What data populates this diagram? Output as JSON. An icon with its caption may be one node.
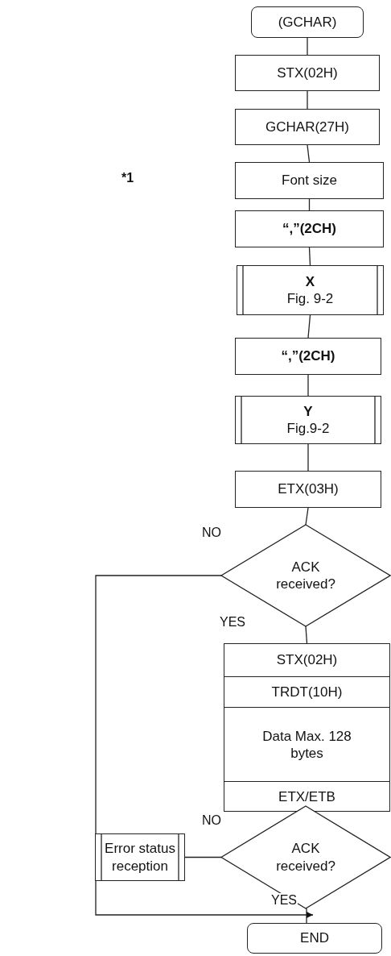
{
  "diagram": {
    "nodes": [
      {
        "text": [
          "(GCHAR)"
        ]
      },
      {
        "text": [
          "STX(02H)"
        ]
      },
      {
        "text": [
          "GCHAR(27H)"
        ]
      },
      {
        "text": [
          "Font size"
        ]
      },
      {
        "text": [
          "“,”(2CH)"
        ]
      },
      {
        "text": [
          "X",
          "Fig. 9-2"
        ]
      },
      {
        "text": [
          "“,”(2CH)"
        ]
      },
      {
        "text": [
          "Y",
          "Fig.9-2"
        ]
      },
      {
        "text": [
          "ETX(03H)"
        ]
      },
      {
        "text": [
          "ACK received?"
        ]
      },
      {
        "text": [
          "STX(02H)",
          "TRDT(10H)",
          "Data Max. 128 bytes",
          "ETX/ETB"
        ]
      },
      {
        "text": [
          "ACK received?"
        ]
      },
      {
        "text": [
          "Error status reception"
        ]
      },
      {
        "text": [
          "END"
        ]
      }
    ],
    "edges": [
      {
        "from": 0,
        "to": 1,
        "arrow": "none"
      },
      {
        "from": 1,
        "to": 2,
        "arrow": "none"
      },
      {
        "from": 2,
        "to": 3,
        "arrow": "none"
      },
      {
        "from": 3,
        "to": 4,
        "arrow": "none"
      },
      {
        "from": 4,
        "to": 5,
        "arrow": "none"
      },
      {
        "from": 5,
        "to": 6,
        "arrow": "none"
      },
      {
        "from": 6,
        "to": 7,
        "arrow": "none"
      },
      {
        "from": 7,
        "to": 8,
        "arrow": "none"
      },
      {
        "from": 8,
        "to": 9,
        "arrow": "none"
      },
      {
        "from": 9,
        "to": 10,
        "arrow": "none",
        "label": "YES"
      },
      {
        "from": 9,
        "to": 12,
        "arrow": "none",
        "label": "NO"
      },
      {
        "from": 10,
        "to": 11,
        "arrow": "none"
      },
      {
        "from": 11,
        "to": 12,
        "arrow": "none",
        "label": "NO"
      },
      {
        "from": 11,
        "to": 13,
        "arrow": "none",
        "label": "YES"
      },
      {
        "from": 12,
        "to": 13,
        "arrow": "to"
      }
    ],
    "labels": [
      "*1"
    ]
  }
}
